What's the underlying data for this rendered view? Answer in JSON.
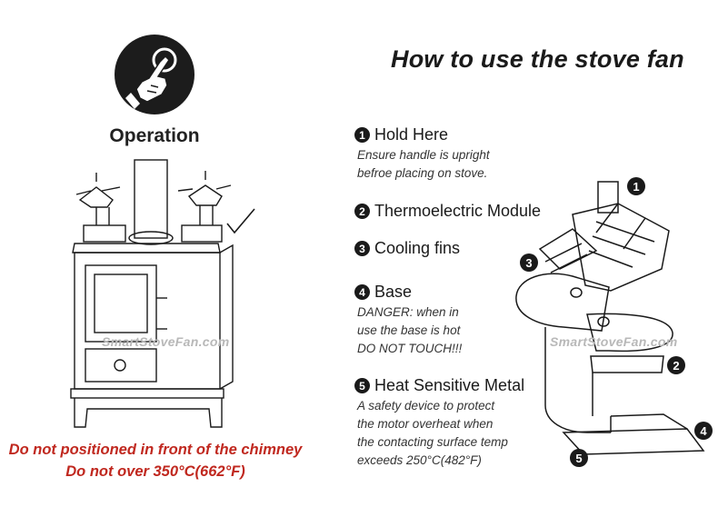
{
  "left_panel": {
    "icon": "tap-hand-icon",
    "label": "Operation",
    "warnings": [
      "Do not positioned in front of the chimney",
      "Do not over 350°C(662°F)"
    ],
    "watermark": "SmartStoveFan.com"
  },
  "title": "How to use the stove fan",
  "items": [
    {
      "number": "1",
      "label": "Hold Here",
      "description": [
        "Ensure handle is upright",
        "befroe placing on stove."
      ]
    },
    {
      "number": "2",
      "label": "Thermoelectric Module",
      "description": []
    },
    {
      "number": "3",
      "label": "Cooling fins",
      "description": []
    },
    {
      "number": "4",
      "label": "Base",
      "description": [
        "DANGER: when in",
        "use the base is hot",
        "DO NOT TOUCH!!!"
      ]
    },
    {
      "number": "5",
      "label": "Heat Sensitive Metal",
      "description": [
        "A safety device to protect",
        "the motor overheat when",
        "the contacting surface temp",
        "exceeds 250°C(482°F)"
      ]
    }
  ],
  "right_panel": {
    "watermark": "SmartStoveFan.com",
    "callouts": [
      "1",
      "2",
      "3",
      "4",
      "5"
    ]
  },
  "colors": {
    "warning": "#c0281f",
    "ink": "#1a1a1a",
    "watermark": "#b8b8b8"
  }
}
